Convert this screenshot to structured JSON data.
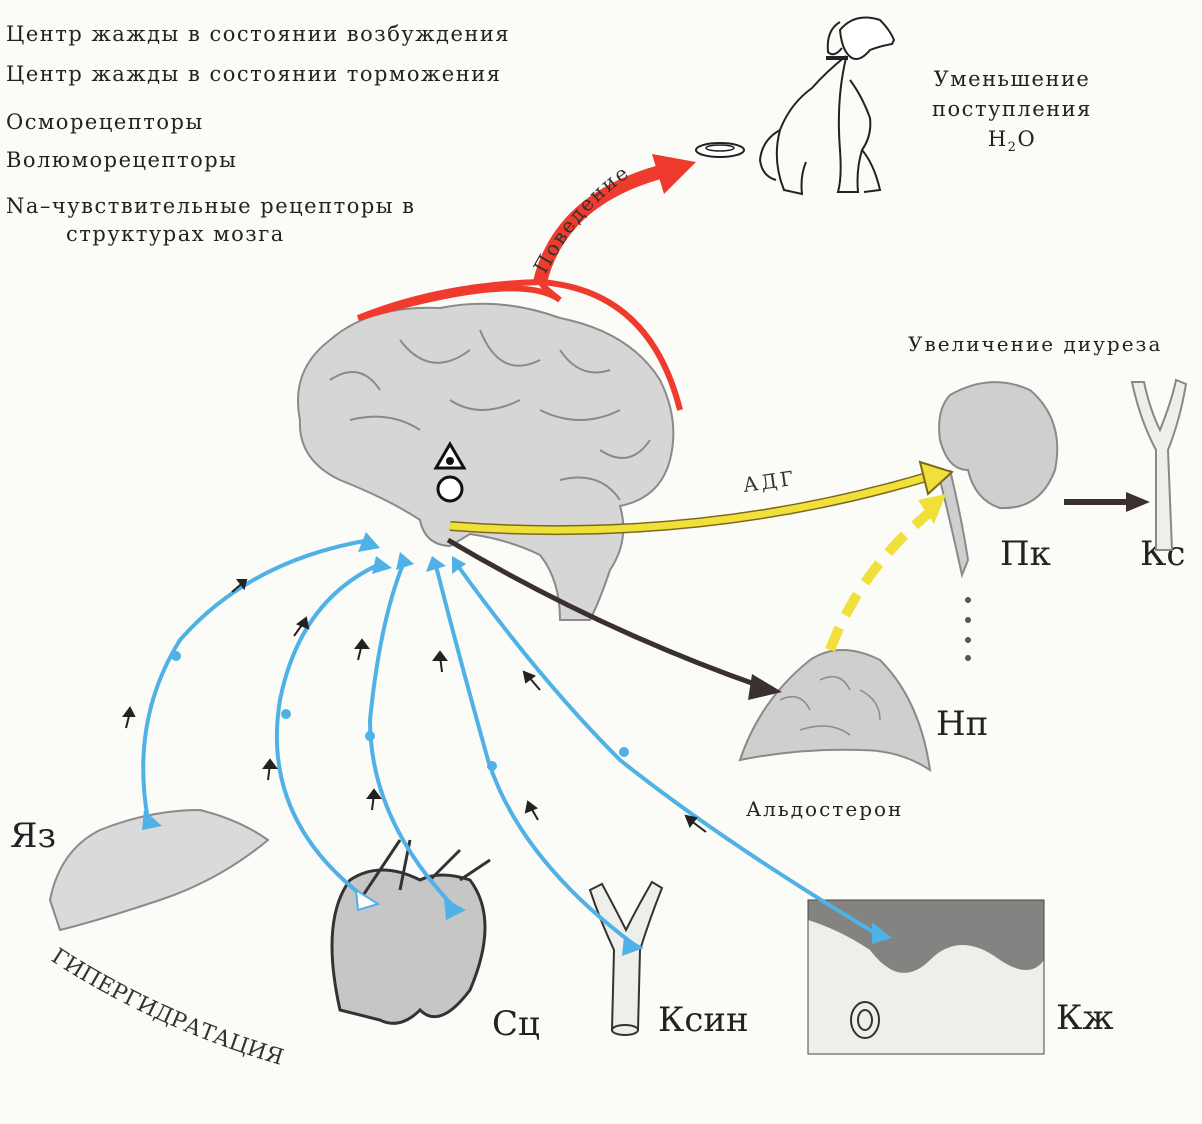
{
  "legend": [
    "Центр жажды в состоянии возбуждения",
    "Центр жажды в состоянии торможения",
    "Осморецепторы",
    "Волюморецепторы",
    "Na–чувствительные рецепторы в",
    "структурах мозга"
  ],
  "behavior_label": "Поведение",
  "water_note": [
    "Уменьшение",
    "поступления",
    "H",
    "2",
    "O"
  ],
  "diuresis_label": "Увеличение диуреза",
  "adh_label": "АДГ",
  "aldosterone_label": "Альдостерон",
  "organs": {
    "kidney": "Пк",
    "vessel": "Кс",
    "adrenal": "Нп",
    "tongue": "Яз",
    "heart": "Сц",
    "sinus": "Ксин",
    "skin": "Кж"
  },
  "arc_text": "ГИПЕРГИДРАТАЦИЯ",
  "colors": {
    "behavior": "#ee3b2e",
    "hormone": "#f2e03a",
    "nerve": "#4fb1e6",
    "efferent": "#3a3030",
    "organ": "#c8c8c8"
  }
}
